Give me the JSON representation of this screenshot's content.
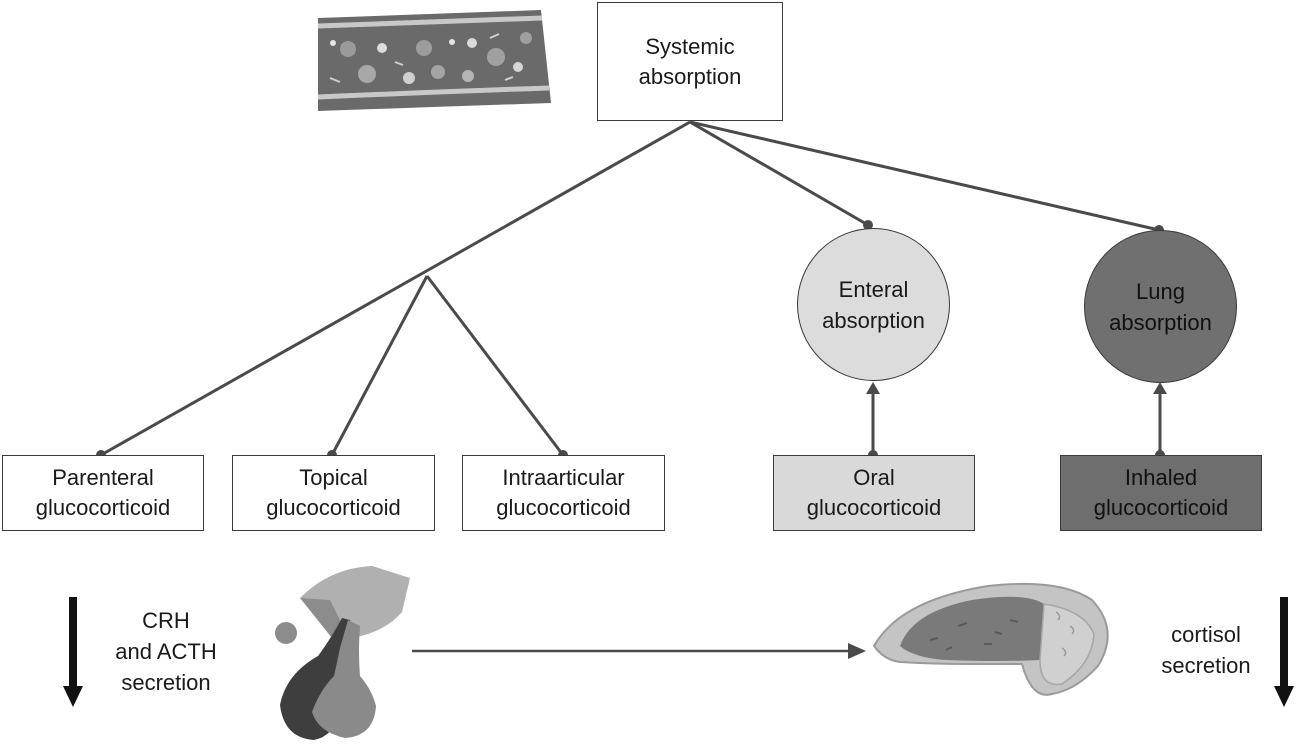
{
  "colors": {
    "line": "#4a4a4a",
    "enteral_fill": "#dcdcdc",
    "lung_fill": "#707070",
    "oral_fill": "#d9d9d9",
    "inhaled_fill": "#6e6e6e"
  },
  "nodes": {
    "systemic": {
      "line1": "Systemic",
      "line2": "absorption"
    },
    "enteral": {
      "line1": "Enteral",
      "line2": "absorption"
    },
    "lung": {
      "line1": "Lung",
      "line2": "absorption"
    },
    "parenteral": {
      "line1": "Parenteral",
      "line2": "glucocorticoid"
    },
    "topical": {
      "line1": "Topical",
      "line2": "glucocorticoid"
    },
    "intraarticular": {
      "line1": "Intraarticular",
      "line2": "glucocorticoid"
    },
    "oral": {
      "line1": "Oral",
      "line2": "glucocorticoid"
    },
    "inhaled": {
      "line1": "Inhaled",
      "line2": "glucocorticoid"
    }
  },
  "notes": {
    "crh_acth": {
      "line1": "CRH",
      "line2": "and ACTH",
      "line3": "secretion"
    },
    "cortisol": {
      "line1": "cortisol",
      "line2": "secretion"
    }
  },
  "icons": [
    "blood-vessel-icon",
    "pituitary-gland-icon",
    "adrenal-gland-icon"
  ]
}
